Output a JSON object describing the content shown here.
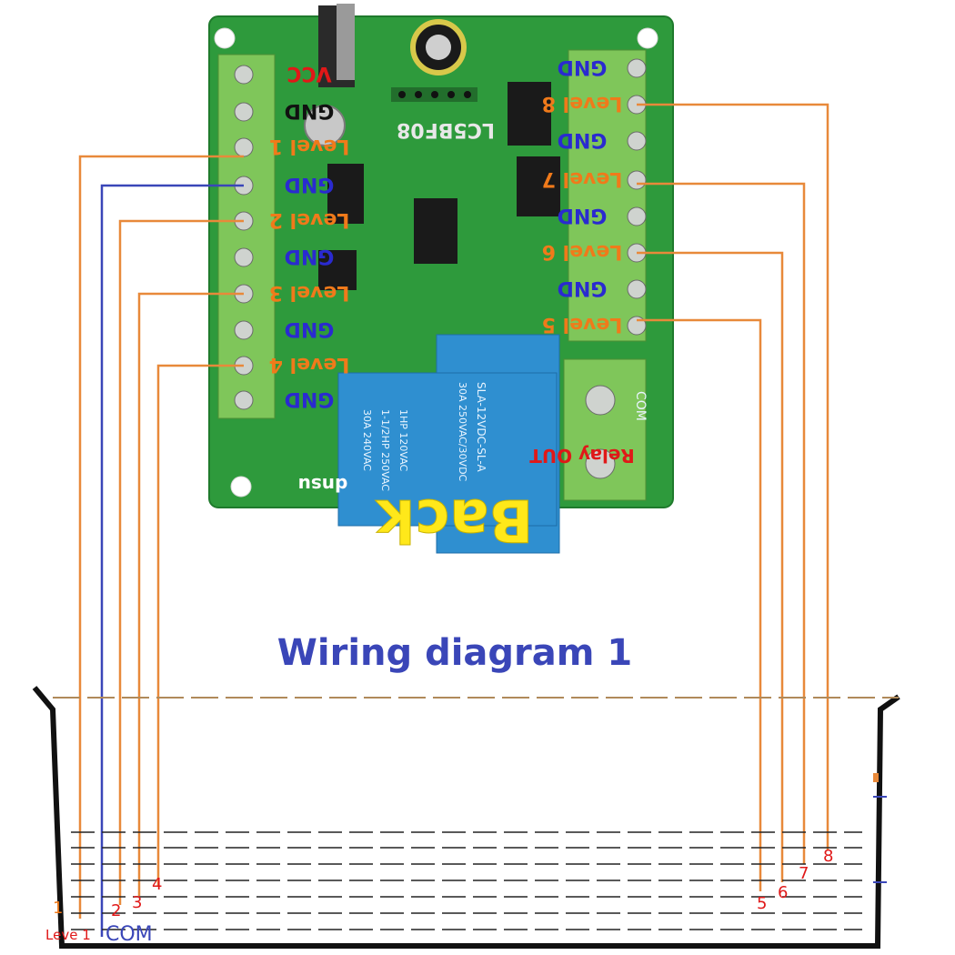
{
  "title": "Wiring diagram 1",
  "board": {
    "chip_label": "LC5BF08",
    "back_label": "Back",
    "relay_label": "Relay OUT",
    "relay_model": "SLA-12VDC-SL-A",
    "relay_spec_1": "30A 250VAC/30VDC",
    "relay_spec_2": "30A 240VAC",
    "relay_spec_3": "1HP 120VAC",
    "relay_spec_4": "1-1/2HP 250VAC",
    "com_label": "COM",
    "input_label": "dnsu",
    "left_terminals": [
      "VCC",
      "GND",
      "Level 1",
      "GND",
      "Level 2",
      "GND",
      "Level 3",
      "GND",
      "Level 4",
      "GND"
    ],
    "right_terminals": [
      "GND",
      "Level 8",
      "GND",
      "Level 7",
      "GND",
      "Level 6",
      "GND",
      "Level 5"
    ]
  },
  "tank": {
    "left_probe_labels": [
      "1",
      "2",
      "3",
      "4"
    ],
    "right_probe_labels": [
      "5",
      "6",
      "7",
      "8"
    ],
    "bottom_left": "Leve 1",
    "bottom_com": "COM"
  },
  "colors": {
    "board_green": "#2e9a3c",
    "terminal_green": "#7fc65a",
    "wire_orange": "#e8893a",
    "wire_blue": "#3a46b8",
    "relay_blue": "#2f8fd0",
    "label_orange": "#f07a1a",
    "label_blue": "#2a2ad0",
    "label_red": "#e01818"
  }
}
